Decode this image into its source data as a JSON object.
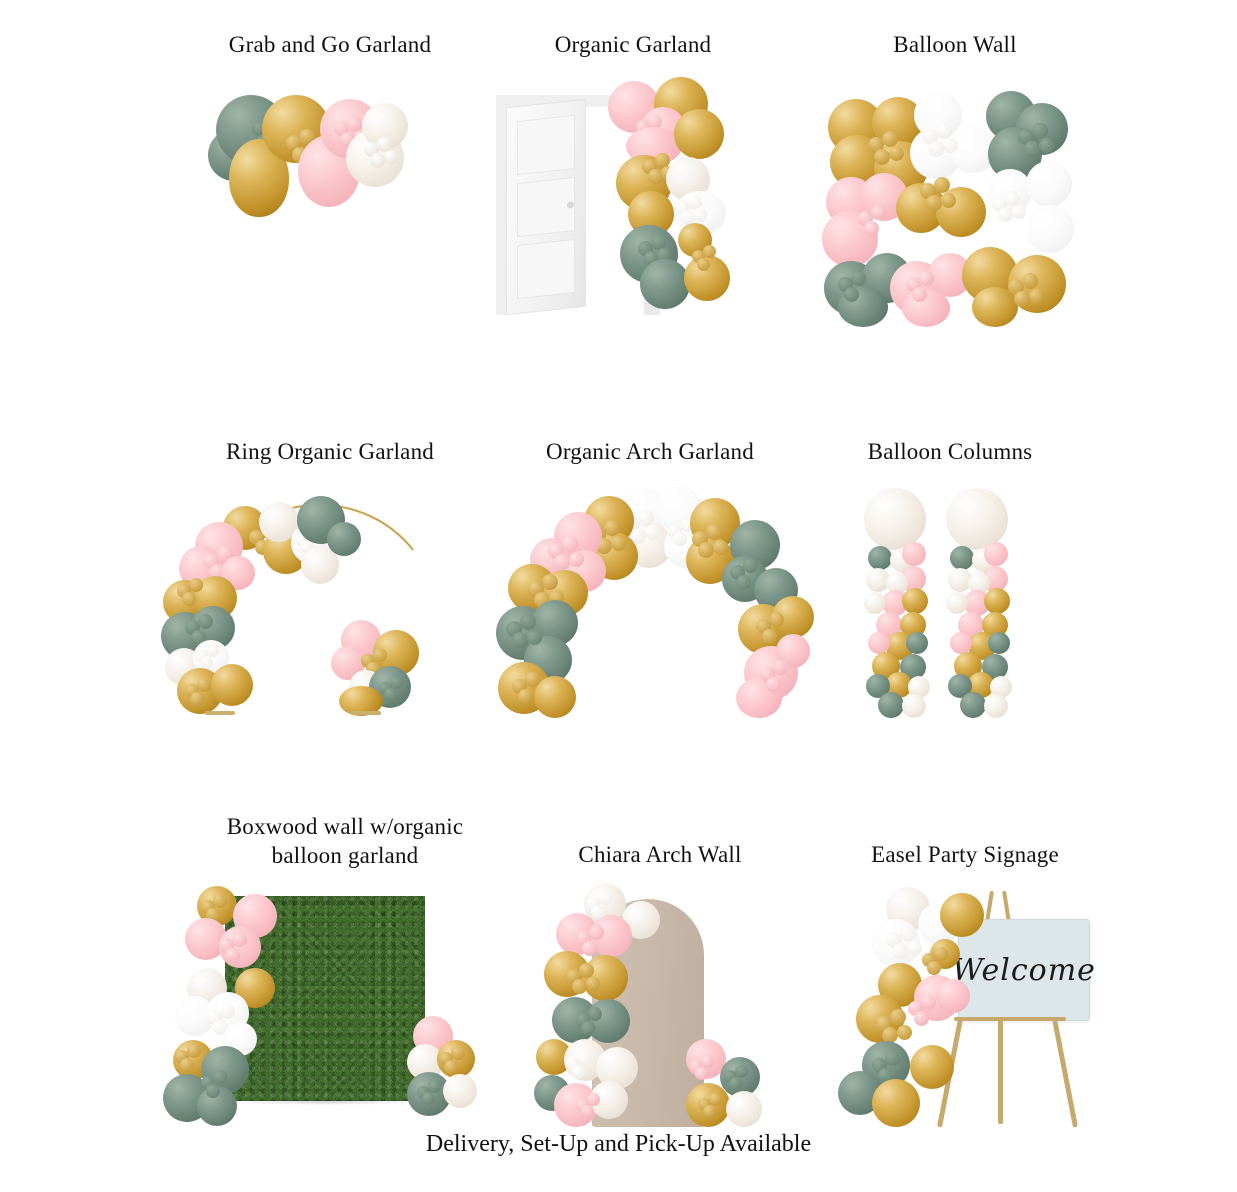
{
  "page": {
    "footer_note": "Delivery,  Set-Up and Pick-Up Available"
  },
  "items": [
    {
      "id": "grab-and-go-garland",
      "title": "Grab and Go Garland",
      "art": "small-garland"
    },
    {
      "id": "organic-garland",
      "title": "Organic Garland",
      "art": "door-garland"
    },
    {
      "id": "balloon-wall",
      "title": "Balloon Wall",
      "art": "balloon-wall"
    },
    {
      "id": "ring-organic-garland",
      "title": "Ring Organic Garland",
      "art": "ring-garland"
    },
    {
      "id": "organic-arch-garland",
      "title": "Organic Arch Garland",
      "art": "arch-garland"
    },
    {
      "id": "balloon-columns",
      "title": "Balloon Columns",
      "art": "columns"
    },
    {
      "id": "boxwood-wall",
      "title": "Boxwood wall w/organic\nballoon garland",
      "art": "boxwood"
    },
    {
      "id": "chiara-arch-wall",
      "title": "Chiara Arch Wall",
      "art": "chiara"
    },
    {
      "id": "easel-party-signage",
      "title": "Easel Party Signage",
      "art": "easel"
    }
  ],
  "signage": {
    "sign_text": "Welcome"
  },
  "palette": {
    "sage": "#6f8c7c",
    "gold": "#c8972f",
    "pink": "#f5b6bd",
    "cream": "#efe7da",
    "white": "#ffffff",
    "boxwood_green": "#3d6a2b",
    "chiara_taupe": "#c9b9aa",
    "easel_wood": "#c6a96d",
    "sign_blue": "#dde6e8",
    "text": "#111111",
    "background": "#ffffff"
  }
}
